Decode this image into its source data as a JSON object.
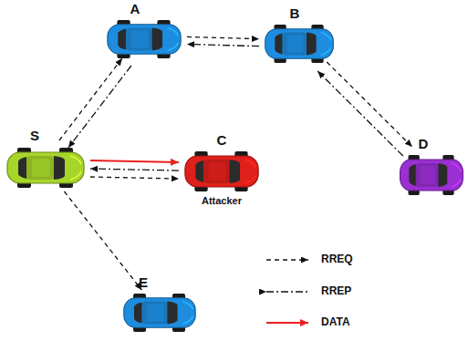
{
  "diagram": {
    "nodes": [
      {
        "text": [
          "S"
        ]
      },
      {
        "text": [
          "A"
        ]
      },
      {
        "text": [
          "B"
        ]
      },
      {
        "text": [
          "C",
          "Attacker"
        ]
      },
      {
        "text": [
          "D"
        ]
      },
      {
        "text": [
          "E"
        ]
      }
    ],
    "edges": [
      {
        "from": 0,
        "to": 1,
        "arrow": "to"
      },
      {
        "from": 1,
        "to": 0,
        "arrow": "to"
      },
      {
        "from": 1,
        "to": 2,
        "arrow": "to"
      },
      {
        "from": 2,
        "to": 1,
        "arrow": "to"
      },
      {
        "from": 2,
        "to": 4,
        "arrow": "to"
      },
      {
        "from": 4,
        "to": 2,
        "arrow": "to"
      },
      {
        "from": 0,
        "to": 3,
        "arrow": "to"
      },
      {
        "from": 3,
        "to": 0,
        "arrow": "to"
      },
      {
        "from": 0,
        "to": 3,
        "arrow": "to"
      },
      {
        "from": 0,
        "to": 5,
        "arrow": "to"
      }
    ],
    "legend": [
      {
        "text": "RREQ"
      },
      {
        "text": "RREP"
      },
      {
        "text": "DATA"
      }
    ]
  }
}
